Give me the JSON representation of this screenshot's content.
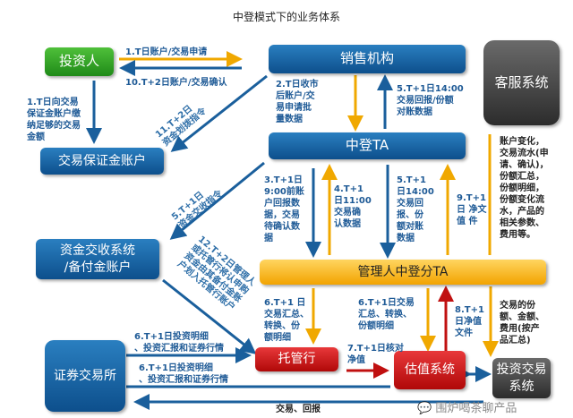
{
  "title": "中登模式下的业务体系",
  "nodes": {
    "investor": "投资人",
    "sales": "销售机构",
    "service": "客服系统",
    "margin": "交易保证金账户",
    "ta": "中登TA",
    "settle": "资金交收系统\n/备付金账户",
    "mgr_ta": "管理人中登分TA",
    "custodian": "托管行",
    "valuation": "估值系统",
    "exchange": "证券交易所",
    "trading": "投资交易系统"
  },
  "labels": {
    "l1": "1.T日账户/交易申请",
    "l10": "10.T+2日账户/交易确认",
    "l1b": "1.T日向交易\n保证金账户缴\n纳足够的交易\n金额",
    "l11": "11.T+2日\n资金划拨指令",
    "l2": "2.T日收市\n后账户/交\n易申请批\n量数据",
    "l5a": "5.T+1日14:00\n交易回报/份额\n对账数据",
    "l5b": "5.T+1日\n资金交收指令",
    "l3": "3.T+1日\n9:00前账\n户回报数\n据，交易\n待确认数\n据",
    "l4": "4.T+1\n日11:00\n交易确\n认数据",
    "l5c": "5.T+1\n日14:00\n交易回\n报、份\n额对账\n数据",
    "l9": "9.T+1\n日 净文\n值 件",
    "side": "账户变化，\n交易流水(申\n请、确认)，\n份额汇总，\n份额明细，\n份额变化流\n水，产品的\n相关参数、\n费用等。",
    "l12": "12.T+2日管理人\n或托管行将认申购\n资金由其备付金账\n户划入托管行账户",
    "l6a": "6.T+1 日\n交易汇总、\n转换、份\n额明细",
    "l6b": "6.T+1日交易\n汇总、转换、\n份额明细",
    "l8": "8.T+1\n日净值\n文件",
    "l_fee": "交易的份\n额、金额、\n费用(按产\n品汇总)",
    "l7": "7.T+1日核对\n净值",
    "l6c": "6.T+1日投资明细\n、投资汇报和证券行情",
    "l6d": "6.T+1日投资明细\n、投资汇报和证券行情",
    "trade": "交易、回报"
  },
  "watermark": "围炉喝茶聊产品"
}
